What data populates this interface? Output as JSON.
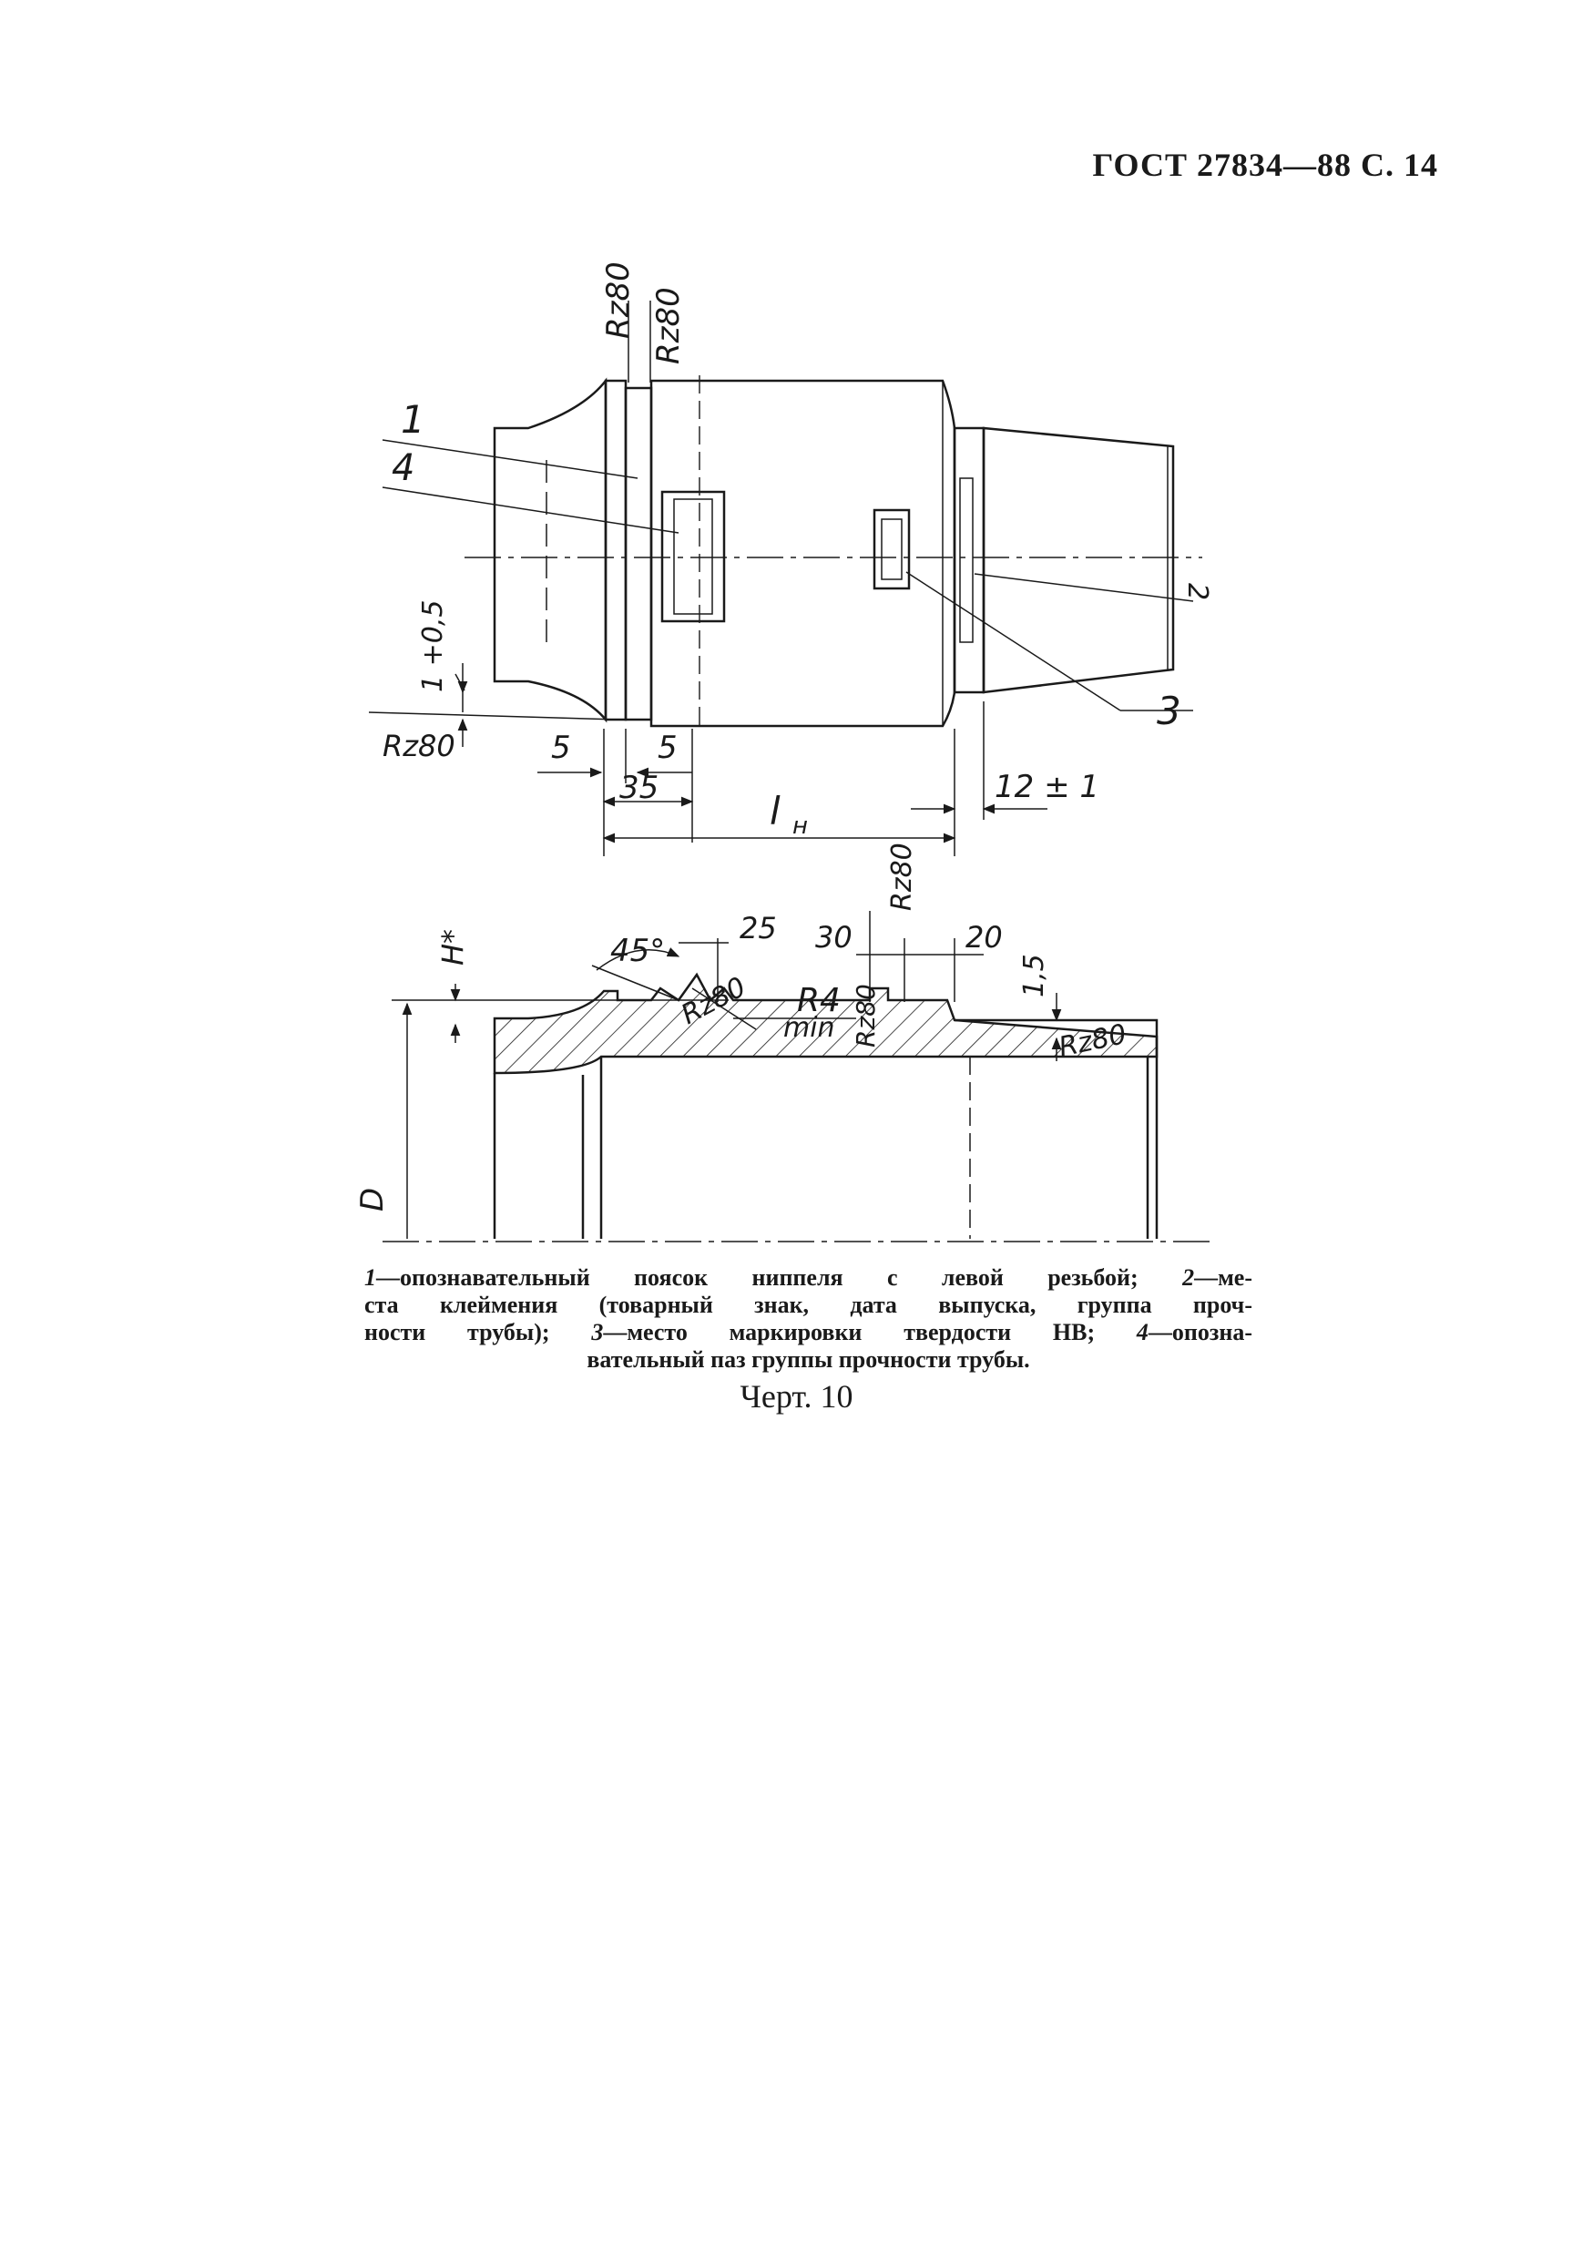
{
  "header": {
    "text": "ГОСТ 27834—88 С. 14"
  },
  "drawing": {
    "top_view": {
      "rz_top_1": "Rz80",
      "rz_top_2": "Rz80",
      "leader_1": "1",
      "leader_4": "4",
      "leader_3": "3",
      "leader_2": "2",
      "tol": "1 +0,5",
      "rz_left": "Rz80",
      "dim_5a": "5",
      "dim_5b": "5",
      "dim_35": "35",
      "dim_ln": "l",
      "dim_ln_sub": "н",
      "dim_12": "12 ± 1"
    },
    "section_view": {
      "angle": "45°",
      "dim_25": "25",
      "dim_30": "30",
      "dim_20": "20",
      "rz_a": "Rz80",
      "rz_b": "Rz80",
      "rz_c": "Rz80",
      "rz_d": "Rz80",
      "radius": "R4",
      "radius_sub": "min",
      "h_star": "H*",
      "dim_15": "1,5",
      "d_label": "D"
    }
  },
  "caption": {
    "line1_num1": "1",
    "line1_text1": "—опознавательный поясок ниппеля с левой резьбой; ",
    "line1_num2": "2",
    "line1_text2": "—ме-",
    "line2": "ста клеймения (товарный знак, дата выпуска, группа проч-",
    "line3_text1": "ности трубы); ",
    "line3_num3": "3",
    "line3_text2": "—место маркировки твердости НВ; ",
    "line3_num4": "4",
    "line3_text3": "—опозна-",
    "line4": "вательный паз группы прочности трубы."
  },
  "figure_label": "Черт. 10"
}
